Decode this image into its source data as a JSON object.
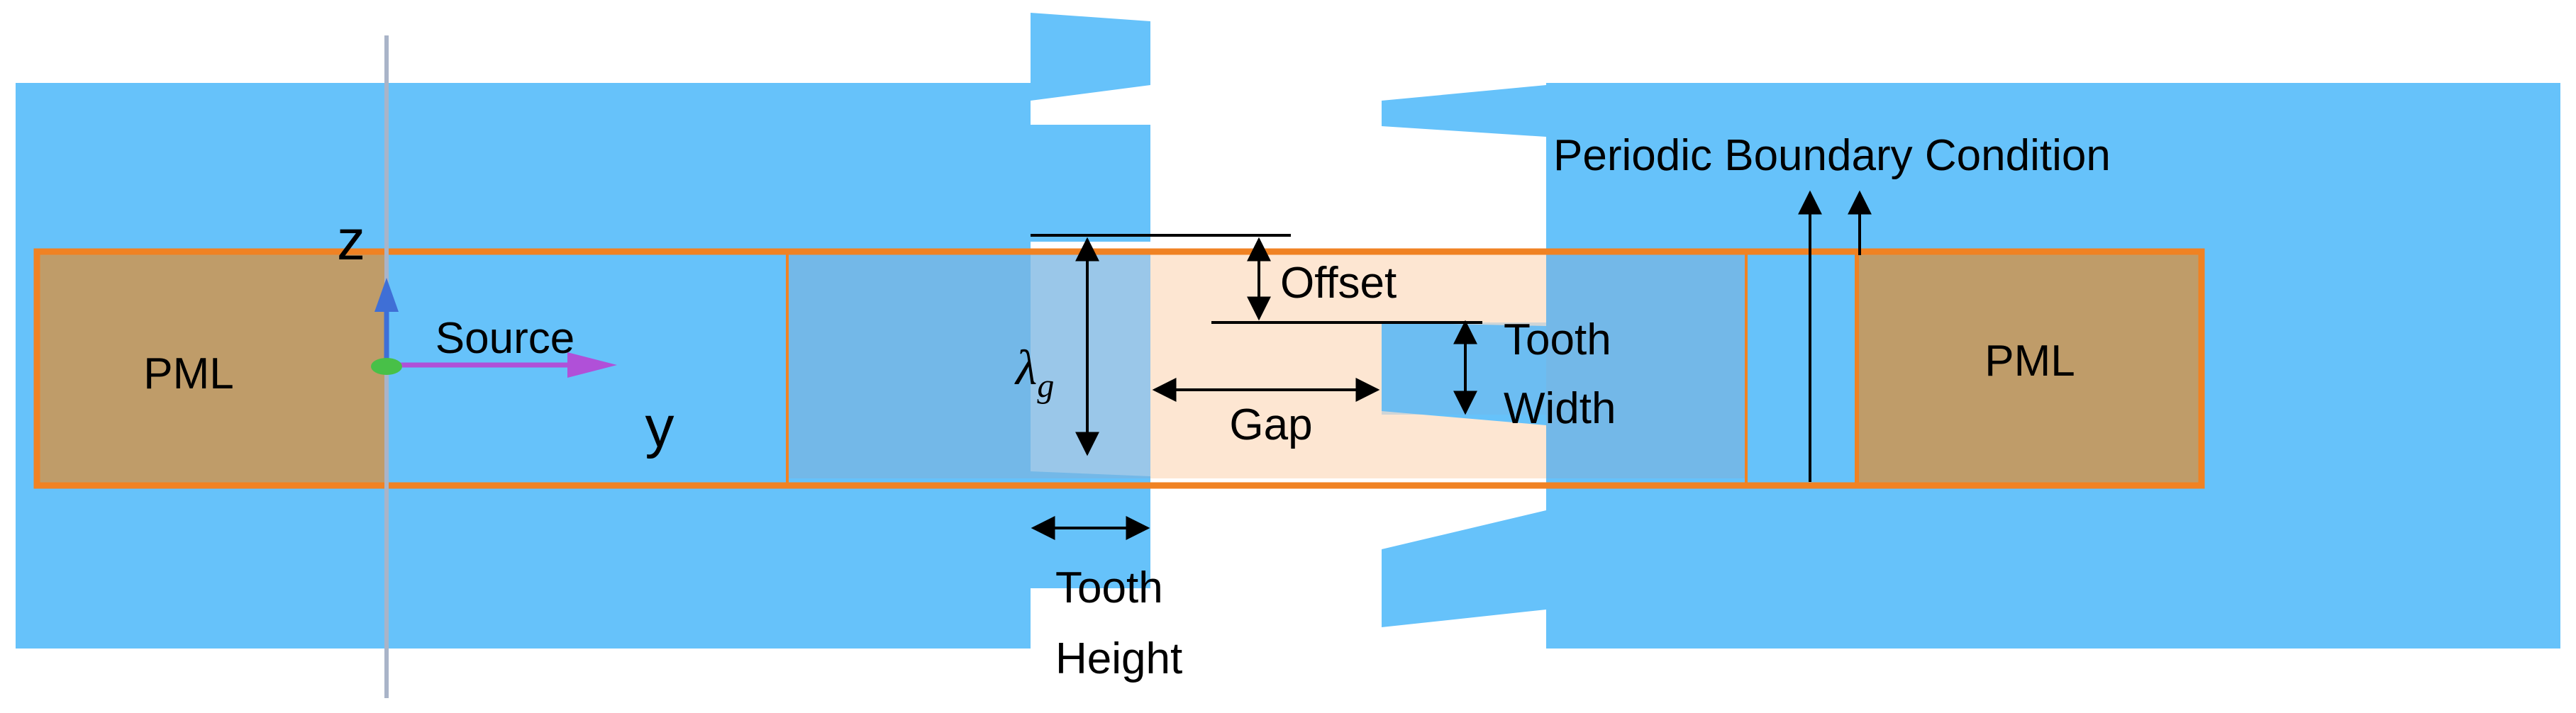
{
  "labels": {
    "pml_left": "PML",
    "pml_right": "PML",
    "axis_z": "z",
    "axis_y": "y",
    "source": "Source",
    "periodic": "Periodic Boundary Condition",
    "offset": "Offset",
    "tooth_width_1": "Tooth",
    "tooth_width_2": "Width",
    "gap": "Gap",
    "lambda_main": "λ",
    "lambda_sub": "g",
    "tooth_height_1": "Tooth",
    "tooth_height_2": "Height"
  },
  "colors": {
    "waveguide": "#66c2fa",
    "pml": "#bf9c69",
    "boundary": "#f08223",
    "cell_highlight": "#fde6d2",
    "cell_overlay": "#78b4e1",
    "axis_line": "#a9b4c8",
    "axis_z": "#3f6fd6",
    "axis_y": "#b050d8",
    "origin": "#48c048"
  }
}
